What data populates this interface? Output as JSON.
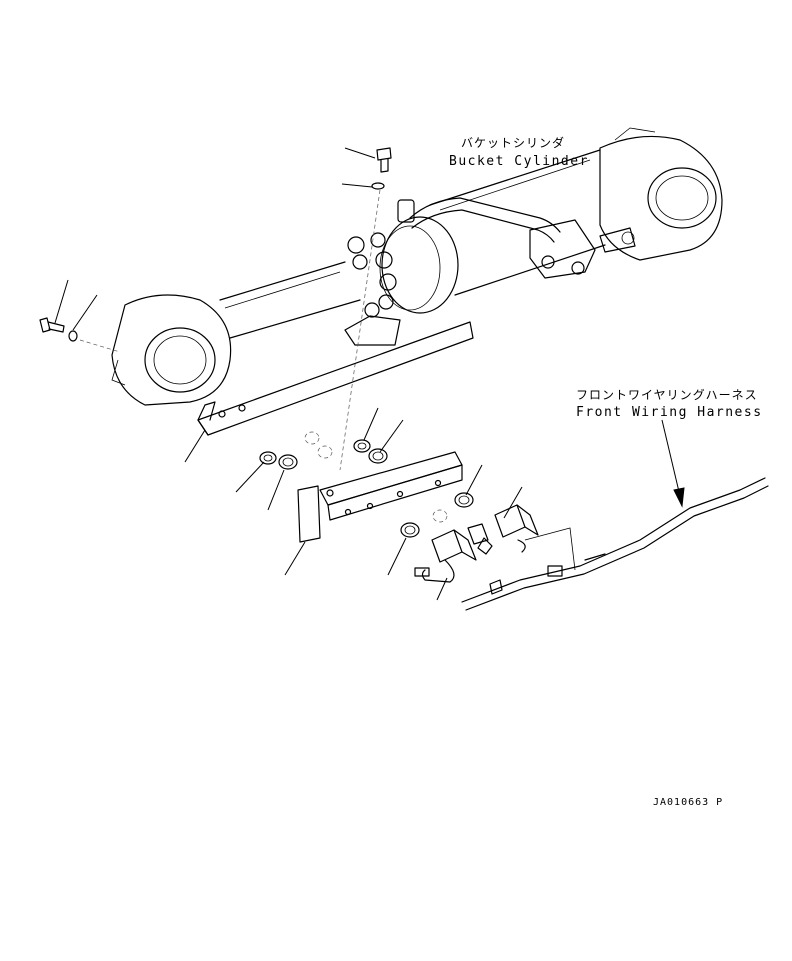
{
  "labels": {
    "bucket_cylinder_ja": "バケットシリンダ",
    "bucket_cylinder_en": "Bucket Cylinder",
    "harness_ja": "フロントワイヤリングハーネス",
    "harness_en": "Front Wiring Harness",
    "drawing_code": "JA010663 P"
  }
}
